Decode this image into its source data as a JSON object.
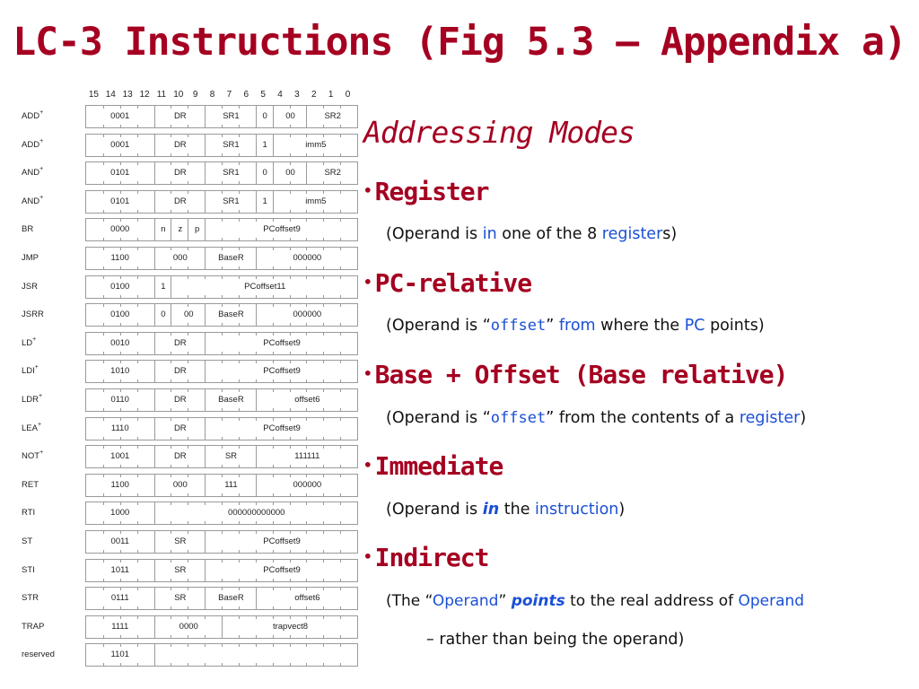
{
  "title": "LC-3 Instructions (Fig 5.3 – Appendix a)",
  "bit_numbers": [
    "15",
    "14",
    "13",
    "12",
    "11",
    "10",
    "9",
    "8",
    "7",
    "6",
    "5",
    "4",
    "3",
    "2",
    "1",
    "0"
  ],
  "instructions": [
    {
      "name": "ADD",
      "plus": "+",
      "fields": [
        {
          "t": "0001",
          "s": 15,
          "e": 12
        },
        {
          "t": "DR",
          "s": 11,
          "e": 9
        },
        {
          "t": "SR1",
          "s": 8,
          "e": 6
        },
        {
          "t": "0",
          "s": 5,
          "e": 5
        },
        {
          "t": "00",
          "s": 4,
          "e": 3
        },
        {
          "t": "SR2",
          "s": 2,
          "e": 0
        }
      ]
    },
    {
      "name": "ADD",
      "plus": "+",
      "fields": [
        {
          "t": "0001",
          "s": 15,
          "e": 12
        },
        {
          "t": "DR",
          "s": 11,
          "e": 9
        },
        {
          "t": "SR1",
          "s": 8,
          "e": 6
        },
        {
          "t": "1",
          "s": 5,
          "e": 5
        },
        {
          "t": "imm5",
          "s": 4,
          "e": 0
        }
      ]
    },
    {
      "name": "AND",
      "plus": "+",
      "fields": [
        {
          "t": "0101",
          "s": 15,
          "e": 12
        },
        {
          "t": "DR",
          "s": 11,
          "e": 9
        },
        {
          "t": "SR1",
          "s": 8,
          "e": 6
        },
        {
          "t": "0",
          "s": 5,
          "e": 5
        },
        {
          "t": "00",
          "s": 4,
          "e": 3
        },
        {
          "t": "SR2",
          "s": 2,
          "e": 0
        }
      ]
    },
    {
      "name": "AND",
      "plus": "+",
      "fields": [
        {
          "t": "0101",
          "s": 15,
          "e": 12
        },
        {
          "t": "DR",
          "s": 11,
          "e": 9
        },
        {
          "t": "SR1",
          "s": 8,
          "e": 6
        },
        {
          "t": "1",
          "s": 5,
          "e": 5
        },
        {
          "t": "imm5",
          "s": 4,
          "e": 0
        }
      ]
    },
    {
      "name": "BR",
      "plus": "",
      "fields": [
        {
          "t": "0000",
          "s": 15,
          "e": 12
        },
        {
          "t": "n",
          "s": 11,
          "e": 11
        },
        {
          "t": "z",
          "s": 10,
          "e": 10
        },
        {
          "t": "p",
          "s": 9,
          "e": 9
        },
        {
          "t": "PCoffset9",
          "s": 8,
          "e": 0
        }
      ]
    },
    {
      "name": "JMP",
      "plus": "",
      "fields": [
        {
          "t": "1100",
          "s": 15,
          "e": 12
        },
        {
          "t": "000",
          "s": 11,
          "e": 9
        },
        {
          "t": "BaseR",
          "s": 8,
          "e": 6
        },
        {
          "t": "000000",
          "s": 5,
          "e": 0
        }
      ]
    },
    {
      "name": "JSR",
      "plus": "",
      "fields": [
        {
          "t": "0100",
          "s": 15,
          "e": 12
        },
        {
          "t": "1",
          "s": 11,
          "e": 11
        },
        {
          "t": "PCoffset11",
          "s": 10,
          "e": 0
        }
      ]
    },
    {
      "name": "JSRR",
      "plus": "",
      "fields": [
        {
          "t": "0100",
          "s": 15,
          "e": 12
        },
        {
          "t": "0",
          "s": 11,
          "e": 11
        },
        {
          "t": "00",
          "s": 10,
          "e": 9
        },
        {
          "t": "BaseR",
          "s": 8,
          "e": 6
        },
        {
          "t": "000000",
          "s": 5,
          "e": 0
        }
      ]
    },
    {
      "name": "LD",
      "plus": "+",
      "fields": [
        {
          "t": "0010",
          "s": 15,
          "e": 12
        },
        {
          "t": "DR",
          "s": 11,
          "e": 9
        },
        {
          "t": "PCoffset9",
          "s": 8,
          "e": 0
        }
      ]
    },
    {
      "name": "LDI",
      "plus": "+",
      "fields": [
        {
          "t": "1010",
          "s": 15,
          "e": 12
        },
        {
          "t": "DR",
          "s": 11,
          "e": 9
        },
        {
          "t": "PCoffset9",
          "s": 8,
          "e": 0
        }
      ]
    },
    {
      "name": "LDR",
      "plus": "+",
      "fields": [
        {
          "t": "0110",
          "s": 15,
          "e": 12
        },
        {
          "t": "DR",
          "s": 11,
          "e": 9
        },
        {
          "t": "BaseR",
          "s": 8,
          "e": 6
        },
        {
          "t": "offset6",
          "s": 5,
          "e": 0
        }
      ]
    },
    {
      "name": "LEA",
      "plus": "+",
      "fields": [
        {
          "t": "1110",
          "s": 15,
          "e": 12
        },
        {
          "t": "DR",
          "s": 11,
          "e": 9
        },
        {
          "t": "PCoffset9",
          "s": 8,
          "e": 0
        }
      ]
    },
    {
      "name": "NOT",
      "plus": "+",
      "fields": [
        {
          "t": "1001",
          "s": 15,
          "e": 12
        },
        {
          "t": "DR",
          "s": 11,
          "e": 9
        },
        {
          "t": "SR",
          "s": 8,
          "e": 6
        },
        {
          "t": "111111",
          "s": 5,
          "e": 0
        }
      ]
    },
    {
      "name": "RET",
      "plus": "",
      "fields": [
        {
          "t": "1100",
          "s": 15,
          "e": 12
        },
        {
          "t": "000",
          "s": 11,
          "e": 9
        },
        {
          "t": "111",
          "s": 8,
          "e": 6
        },
        {
          "t": "000000",
          "s": 5,
          "e": 0
        }
      ]
    },
    {
      "name": "RTI",
      "plus": "",
      "fields": [
        {
          "t": "1000",
          "s": 15,
          "e": 12
        },
        {
          "t": "000000000000",
          "s": 11,
          "e": 0
        }
      ]
    },
    {
      "name": "ST",
      "plus": "",
      "fields": [
        {
          "t": "0011",
          "s": 15,
          "e": 12
        },
        {
          "t": "SR",
          "s": 11,
          "e": 9
        },
        {
          "t": "PCoffset9",
          "s": 8,
          "e": 0
        }
      ]
    },
    {
      "name": "STI",
      "plus": "",
      "fields": [
        {
          "t": "1011",
          "s": 15,
          "e": 12
        },
        {
          "t": "SR",
          "s": 11,
          "e": 9
        },
        {
          "t": "PCoffset9",
          "s": 8,
          "e": 0
        }
      ]
    },
    {
      "name": "STR",
      "plus": "",
      "fields": [
        {
          "t": "0111",
          "s": 15,
          "e": 12
        },
        {
          "t": "SR",
          "s": 11,
          "e": 9
        },
        {
          "t": "BaseR",
          "s": 8,
          "e": 6
        },
        {
          "t": "offset6",
          "s": 5,
          "e": 0
        }
      ]
    },
    {
      "name": "TRAP",
      "plus": "",
      "fields": [
        {
          "t": "1111",
          "s": 15,
          "e": 12
        },
        {
          "t": "0000",
          "s": 11,
          "e": 8
        },
        {
          "t": "trapvect8",
          "s": 7,
          "e": 0
        }
      ]
    },
    {
      "name": "reserved",
      "plus": "",
      "fields": [
        {
          "t": "1101",
          "s": 15,
          "e": 12
        },
        {
          "t": "",
          "s": 11,
          "e": 0
        }
      ]
    }
  ],
  "addressing": {
    "heading": "Addressing Modes",
    "bullet": "•",
    "register": {
      "title": "Register",
      "d1": "(Operand is ",
      "in": "in",
      "d2": " one of the 8 ",
      "registers": "register",
      "d3": "s)"
    },
    "pc_relative": {
      "title": "PC-relative",
      "d1": "(Operand is “",
      "offset": "offset",
      "d2": "” ",
      "from": "from",
      "d3": " where the ",
      "pc": "PC",
      "d4": " points)"
    },
    "base_offset": {
      "title": "Base + Offset  (Base relative)",
      "d1": "(Operand is “",
      "offset": "offset",
      "d2": "” from the contents of a ",
      "register": "register",
      "d3": ")"
    },
    "immediate": {
      "title": "Immediate",
      "d1": "(Operand is ",
      "in": "in",
      "d2": " the ",
      "instruction": "instruction",
      "d3": ")"
    },
    "indirect": {
      "title": "Indirect",
      "d1": "(The “",
      "operand": "Operand",
      "d2": "” ",
      "points": "points",
      "d3": " to the real address of ",
      "operand2": "Operand",
      "line2": "– rather than being the operand)"
    }
  }
}
